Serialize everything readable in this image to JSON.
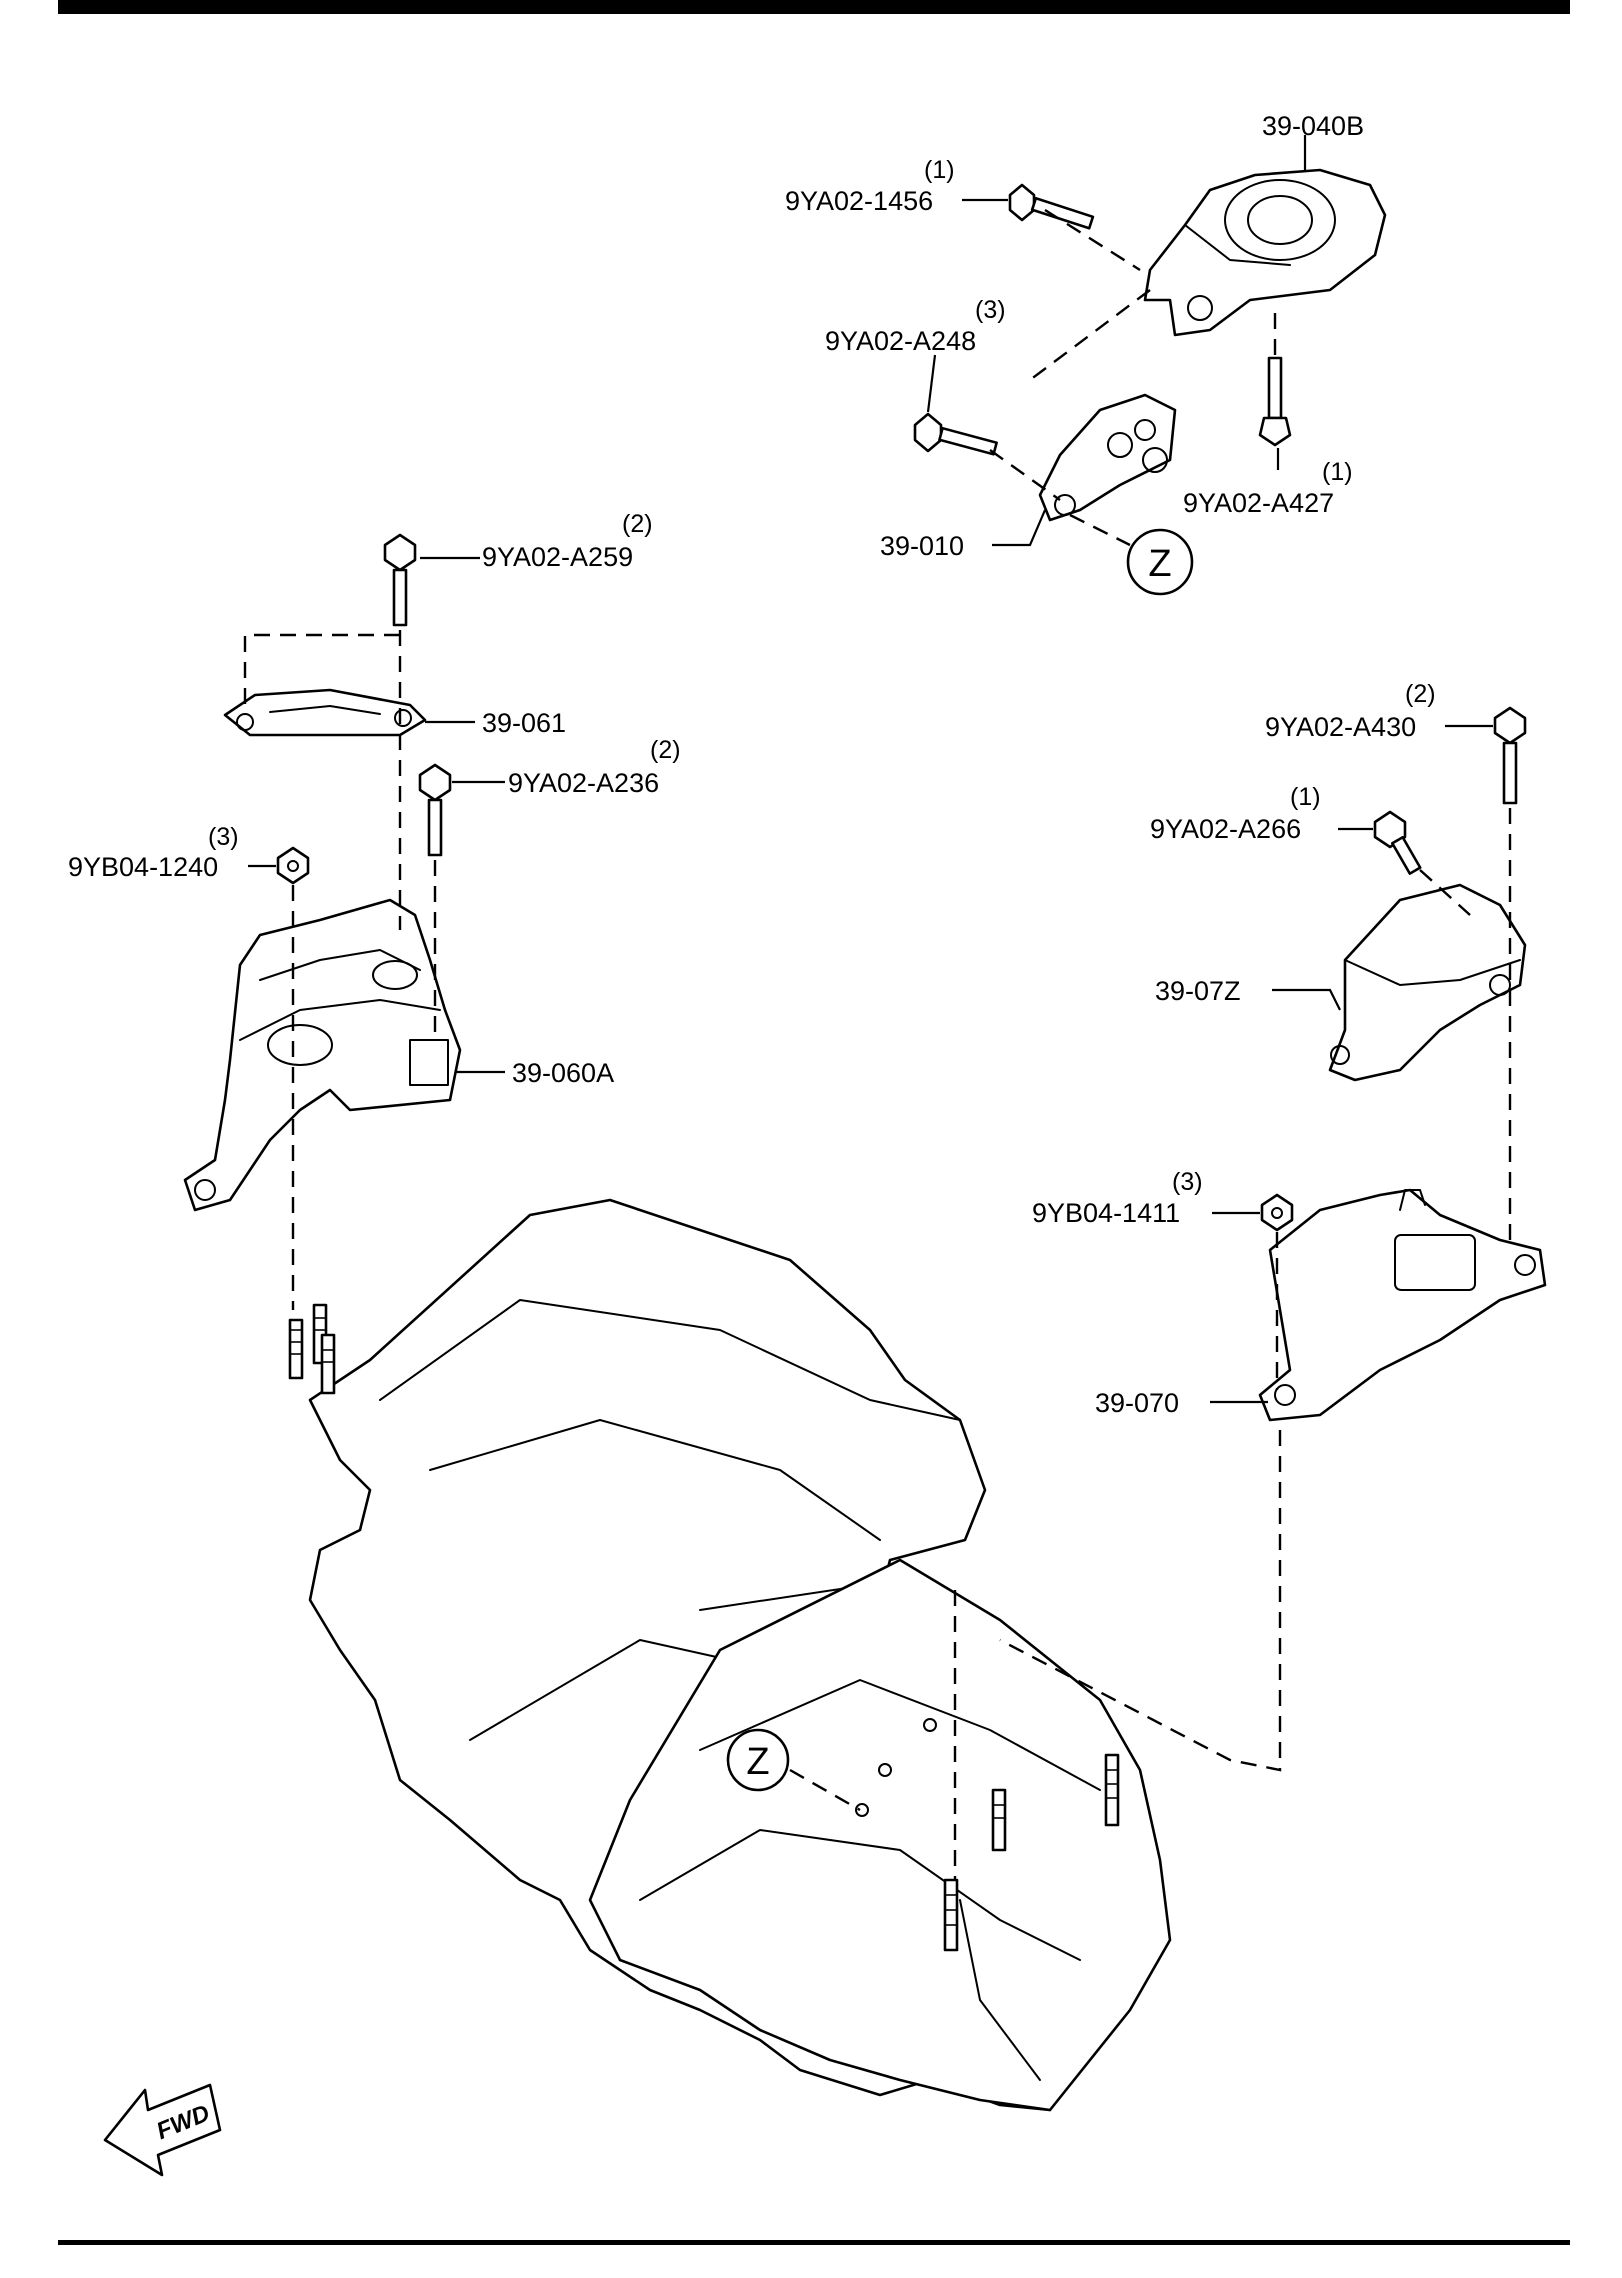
{
  "parts": {
    "p_39_040B": "39-040B",
    "p_39_010": "39-010",
    "p_39_061": "39-061",
    "p_39_060A": "39-060A",
    "p_39_07Z": "39-07Z",
    "p_39_070": "39-070",
    "b_9YA02_1456": "9YA02-1456",
    "q_9YA02_1456": "(1)",
    "b_9YA02_A248": "9YA02-A248",
    "q_9YA02_A248": "(3)",
    "b_9YA02_A427": "9YA02-A427",
    "q_9YA02_A427": "(1)",
    "b_9YA02_A259": "9YA02-A259",
    "q_9YA02_A259": "(2)",
    "b_9YA02_A236": "9YA02-A236",
    "q_9YA02_A236": "(2)",
    "n_9YB04_1240": "9YB04-1240",
    "q_9YB04_1240": "(3)",
    "b_9YA02_A430": "9YA02-A430",
    "q_9YA02_A430": "(2)",
    "b_9YA02_A266": "9YA02-A266",
    "q_9YA02_A266": "(1)",
    "n_9YB04_1411": "9YB04-1411",
    "q_9YB04_1411": "(3)"
  },
  "markers": {
    "z_upper": "Z",
    "z_lower": "Z"
  },
  "direction": {
    "fwd": "FWD"
  }
}
